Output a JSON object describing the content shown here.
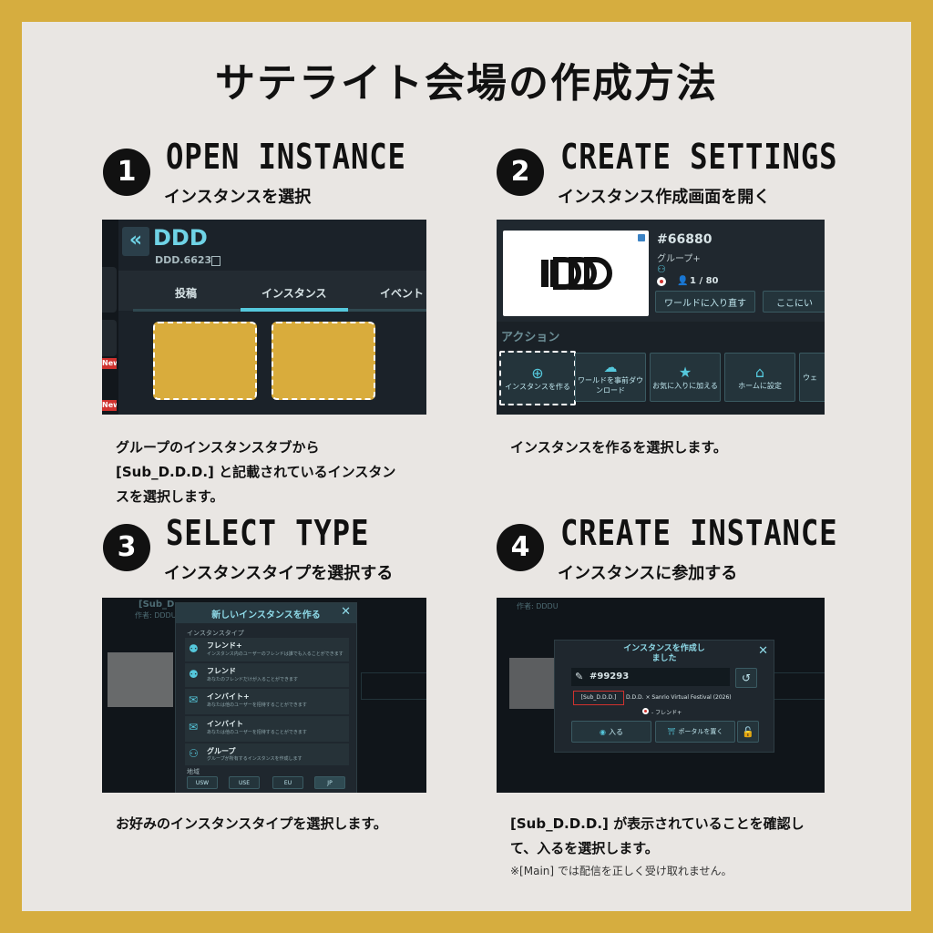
{
  "title": "サテライト会場の作成方法",
  "steps": [
    {
      "num": "1",
      "name": "OPEN INSTANCE",
      "sub": "インスタンスを選択",
      "desc_lines": [
        "グループのインスタンスタブから",
        "[Sub_D.D.D.] と記載されているインスタン",
        "スを選択します。"
      ],
      "ui": {
        "group_name": "DDD",
        "group_id": "DDD.6623",
        "tabs": [
          "投稿",
          "インスタンス",
          "イベント"
        ],
        "new_badge": "New"
      }
    },
    {
      "num": "2",
      "name": "CREATE SETTINGS",
      "sub": "インスタンス作成画面を開く",
      "desc_lines": [
        "インスタンスを作るを選択します。"
      ],
      "ui": {
        "instance_id": "#66880",
        "group_type": "グループ+",
        "count": "1 / 80",
        "reload_btn": "ワールドに入り直す",
        "here_btn": "ここにい",
        "action_heading": "アクション",
        "actions": [
          "インスタンスを作る",
          "ワールドを事前ダウンロード",
          "お気に入りに加える",
          "ホームに設定",
          "ウェ"
        ]
      }
    },
    {
      "num": "3",
      "name": "SELECT TYPE",
      "sub": "インスタンスタイプを選択する",
      "desc_lines": [
        "お好みのインスタンスタイプを選択します。"
      ],
      "ui": {
        "modal_title": "新しいインスタンスを作る",
        "section_label": "インスタンスタイプ",
        "types": [
          {
            "name": "フレンド+",
            "desc": "インスタンス内のユーザーのフレンドは誰でも入ることができます"
          },
          {
            "name": "フレンド",
            "desc": "あなたのフレンドだけが入ることができます"
          },
          {
            "name": "インバイト+",
            "desc": "あなたは他のユーザーを招待することができます"
          },
          {
            "name": "インバイト",
            "desc": "あなたは他のユーザーを招待することができます"
          },
          {
            "name": "グループ",
            "desc": "グループが所有するインスタンスを作成します"
          }
        ],
        "region_label": "地域",
        "regions": [
          "USW",
          "USE",
          "EU",
          "JP"
        ],
        "bg_name": "[Sub_D",
        "bg_author": "作者: DDDU"
      }
    },
    {
      "num": "4",
      "name": "CREATE INSTANCE",
      "sub": "インスタンスに参加する",
      "desc_lines": [
        "[Sub_D.D.D.] が表示されていることを確認し",
        "て、入るを選択します。"
      ],
      "note": "※[Main] では配信を正しく受け取れません。",
      "ui": {
        "modal_title_lines": [
          "インスタンスを作成し",
          "ました"
        ],
        "instance_id": "#99293",
        "tag": "[Sub_D.D.D.]",
        "world": "D.D.D. × Sanrio Virtual Festival (2026)",
        "type_label": "- フレンド+",
        "join_btn": "入る",
        "portal_btn": "ポータルを置く",
        "bg_author": "作者: DDDU"
      }
    }
  ],
  "colors": {
    "frame": "#d6ad3f",
    "card": "#e9e6e3",
    "placeholder": "#d9ac3c",
    "panel": "#1e252c",
    "accent": "#55c8dc"
  }
}
